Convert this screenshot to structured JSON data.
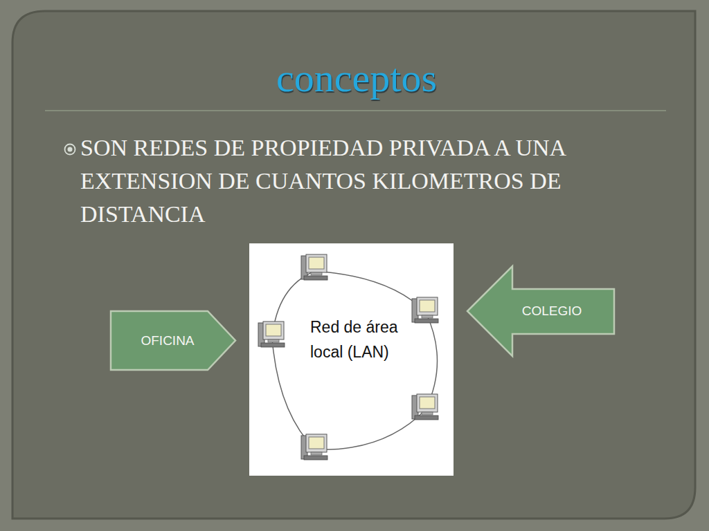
{
  "diagram": {
    "title": "conceptos",
    "nodes": [
      {
        "text": [
          "Red de área local (LAN)"
        ]
      },
      {
        "text": [
          "COLEGIO"
        ]
      },
      {
        "text": [
          "OFICINA"
        ]
      }
    ],
    "labels": [
      "SON REDES DE PROPIEDAD PRIVADA A UNA EXTENSION DE CUANTOS KILOMETROS DE DISTANCIA"
    ]
  }
}
